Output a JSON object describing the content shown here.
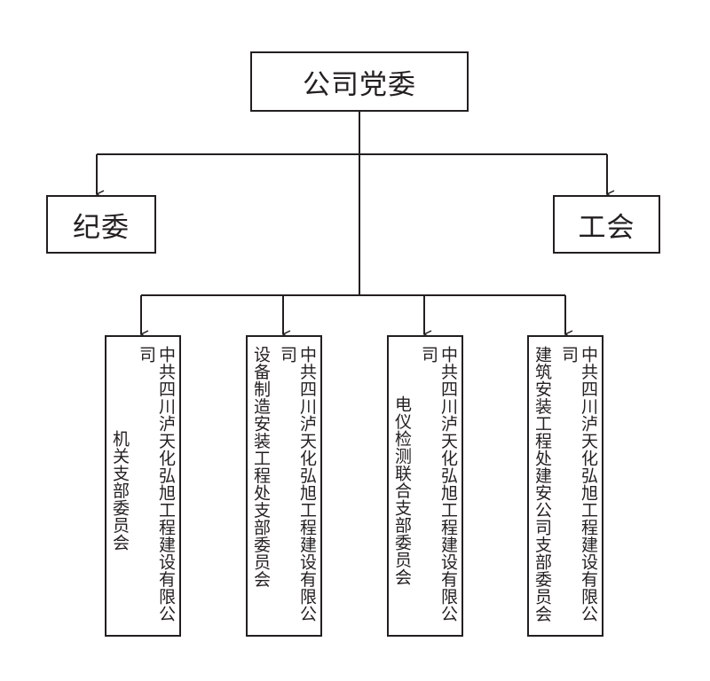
{
  "root": {
    "label": "公司党委"
  },
  "discipline": {
    "label": "纪委"
  },
  "union": {
    "label": "工会"
  },
  "company": "中共四川泸天化弘旭工程建设有限公司",
  "branches": [
    {
      "unit": "机关支部委员会"
    },
    {
      "unit": "设备制造安装工程处支部委员会"
    },
    {
      "unit": "电仪检测联合支部委员会"
    },
    {
      "unit": "建筑安装工程处建安公司支部委员会"
    }
  ],
  "colors": {
    "line": "#231f20",
    "background": "#ffffff"
  }
}
